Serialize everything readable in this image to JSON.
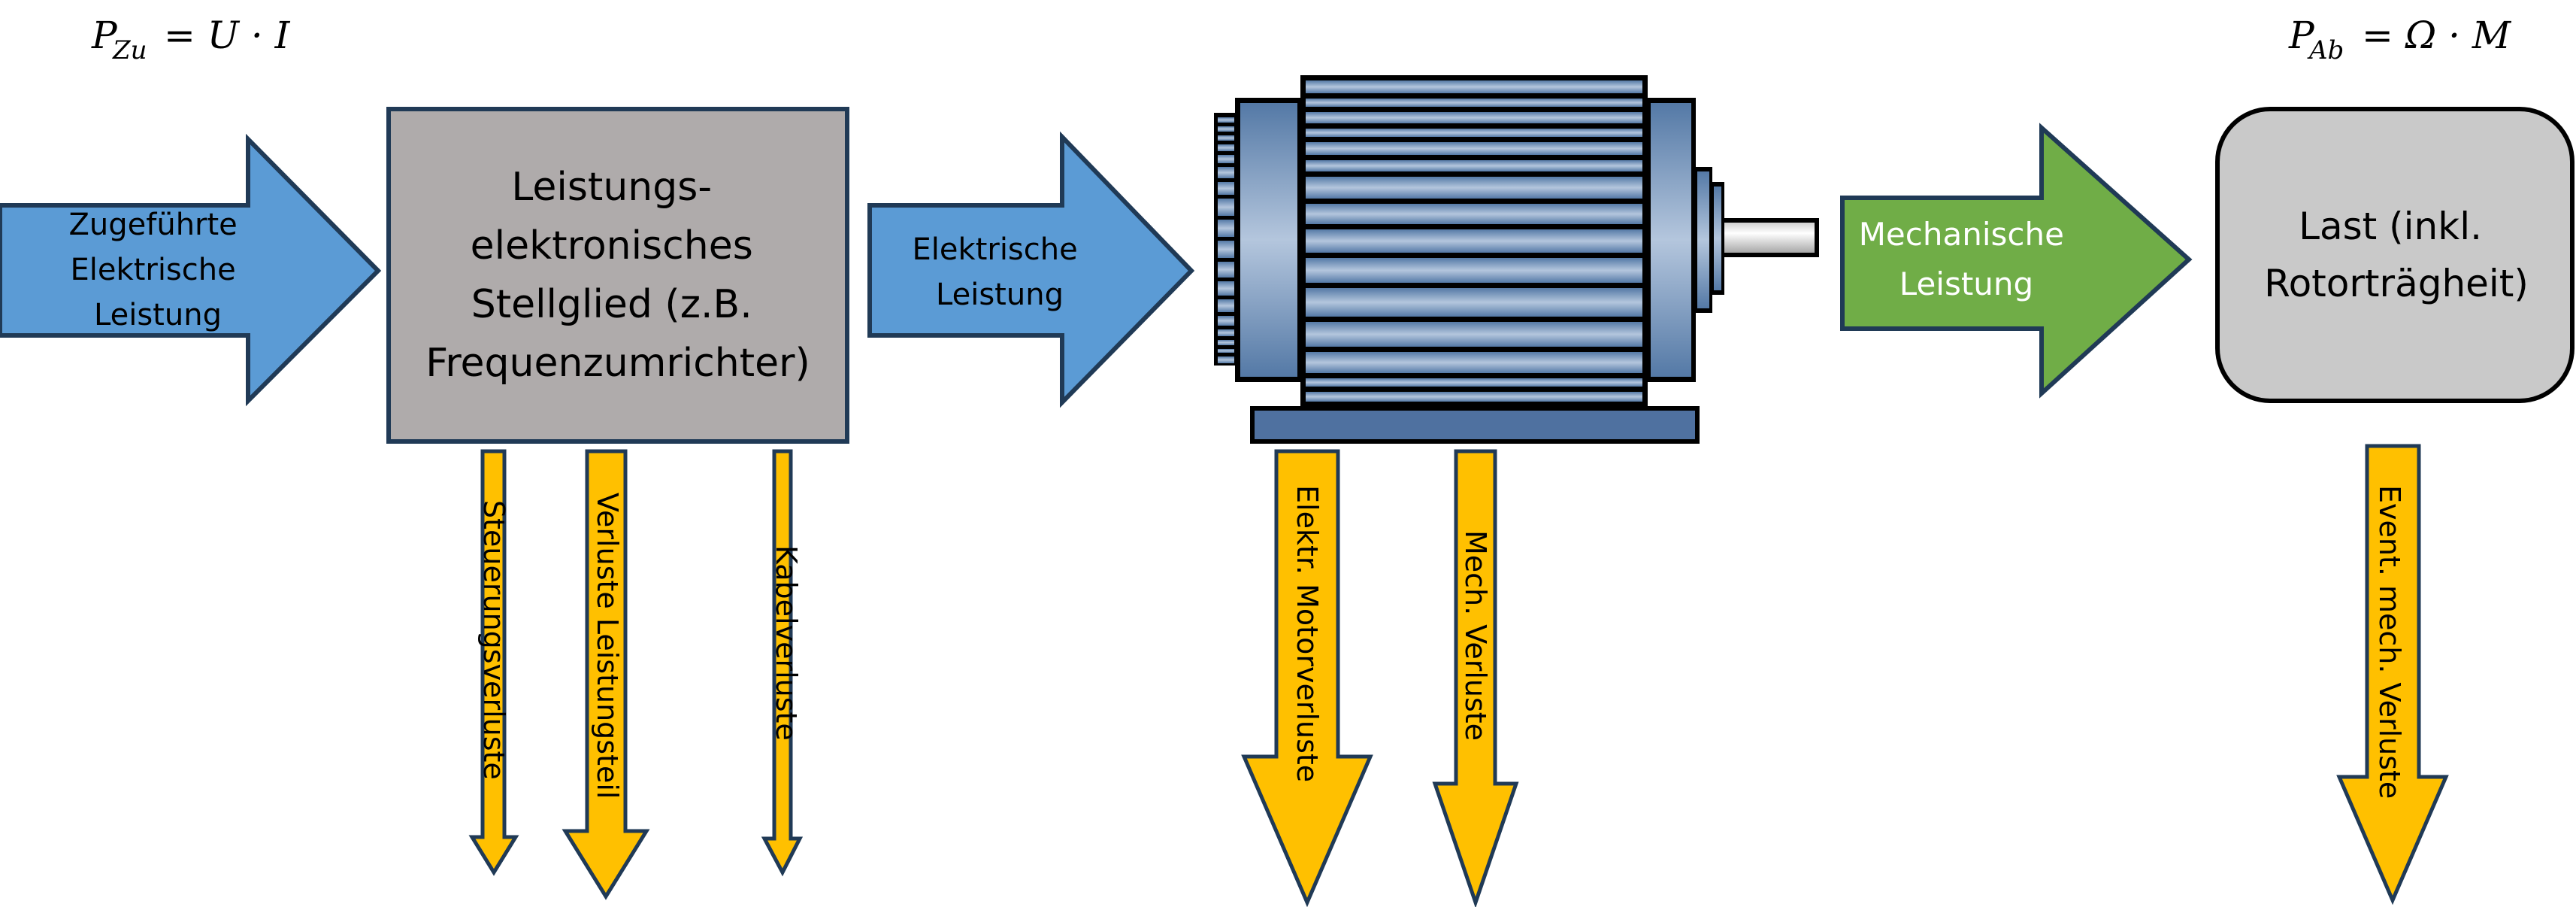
{
  "formulas": {
    "input": {
      "symbol": "P",
      "subscript": "Zu",
      "rhs": "= U · I"
    },
    "output": {
      "symbol": "P",
      "subscript": "Ab",
      "rhs": "= Ω · M"
    }
  },
  "flow": {
    "input_arrow": {
      "lines": [
        "Zugeführte",
        "Elektrische",
        "Leistung"
      ],
      "color": "#5b9bd5"
    },
    "converter_box": {
      "lines": [
        "Leistungs-",
        "elektronisches",
        "Stellglied (z.B.",
        "Frequenzumrichter)"
      ],
      "color": "#afabab"
    },
    "electric_arrow": {
      "lines": [
        "Elektrische",
        "Leistung"
      ],
      "color": "#5b9bd5"
    },
    "motor": {
      "icon": "electric-motor-icon",
      "color": "#4f71a0"
    },
    "mechanical_arrow": {
      "lines": [
        "Mechanische",
        "Leistung"
      ],
      "color": "#70ad47"
    },
    "load_box": {
      "lines": [
        "Last (inkl.",
        "Rotorträgheit)"
      ],
      "color": "#c9c9c9"
    }
  },
  "losses": [
    {
      "label": "Steuerungsverluste"
    },
    {
      "label": "Verluste Leistungsteil"
    },
    {
      "label": "Kabelverluste"
    },
    {
      "label": "Elektr. Motorverluste"
    },
    {
      "label": "Mech. Verluste"
    },
    {
      "label": "Event. mech. Verluste"
    }
  ],
  "colors": {
    "loss": "#ffc000",
    "outline": "#203a56"
  }
}
